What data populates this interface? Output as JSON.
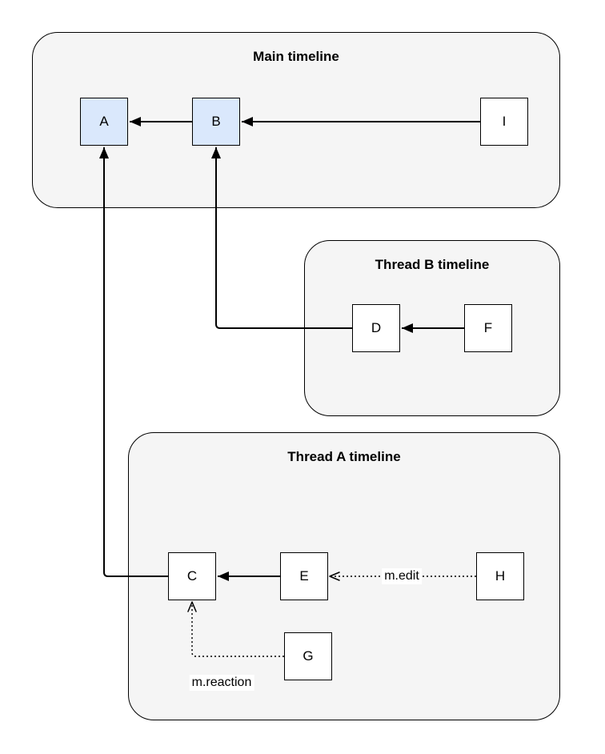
{
  "diagram": {
    "groups": {
      "main": {
        "title": "Main timeline"
      },
      "thread_b": {
        "title": "Thread B timeline"
      },
      "thread_a": {
        "title": "Thread A timeline"
      }
    },
    "nodes": {
      "A": {
        "label": "A",
        "fill": "#dae8fc"
      },
      "B": {
        "label": "B",
        "fill": "#dae8fc"
      },
      "I": {
        "label": "I",
        "fill": "#ffffff"
      },
      "D": {
        "label": "D",
        "fill": "#ffffff"
      },
      "F": {
        "label": "F",
        "fill": "#ffffff"
      },
      "C": {
        "label": "C",
        "fill": "#ffffff"
      },
      "E": {
        "label": "E",
        "fill": "#ffffff"
      },
      "H": {
        "label": "H",
        "fill": "#ffffff"
      },
      "G": {
        "label": "G",
        "fill": "#ffffff"
      }
    },
    "edges": {
      "b_to_a": {
        "from": "B",
        "to": "A",
        "style": "solid"
      },
      "i_to_b": {
        "from": "I",
        "to": "B",
        "style": "solid"
      },
      "f_to_d": {
        "from": "F",
        "to": "D",
        "style": "solid"
      },
      "d_to_b": {
        "from": "D",
        "to": "B",
        "style": "solid"
      },
      "e_to_c": {
        "from": "E",
        "to": "C",
        "style": "solid"
      },
      "c_to_a": {
        "from": "C",
        "to": "A",
        "style": "solid"
      },
      "h_to_e": {
        "from": "H",
        "to": "E",
        "style": "dotted",
        "label": "m.edit"
      },
      "g_to_c": {
        "from": "G",
        "to": "C",
        "style": "dotted",
        "label": "m.reaction"
      }
    },
    "colors": {
      "background": "#ffffff",
      "group_fill": "#f5f5f5",
      "node_fill": "#ffffff",
      "highlight_fill": "#dae8fc",
      "stroke": "#000000"
    }
  }
}
